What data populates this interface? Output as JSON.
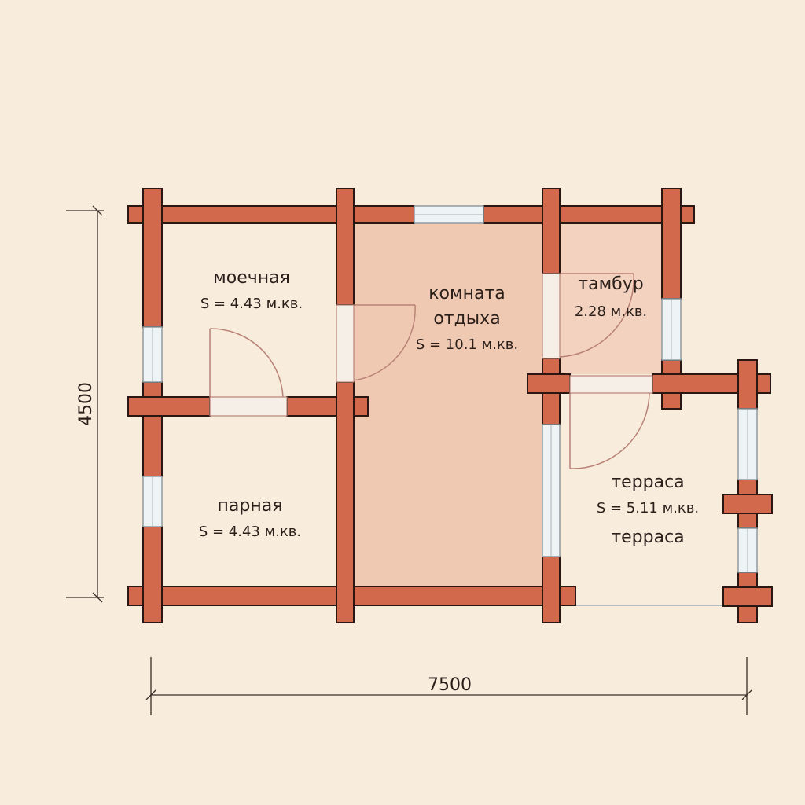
{
  "colors": {
    "background": "#f8ecdd",
    "wall": "#d2694c",
    "wall_outline": "#2a1712",
    "rest_room_fill": "#f0c9b2",
    "vestibule_fill": "#f3d2bf",
    "window_fill": "#eef3f5",
    "door_line": "#b98276"
  },
  "rooms": {
    "washroom": {
      "name": "моечная",
      "area": "S = 4.43 м.кв."
    },
    "steam_room": {
      "name": "парная",
      "area": "S = 4.43 м.кв."
    },
    "rest_room": {
      "name_line1": "комната",
      "name_line2": "отдыха",
      "area": "S = 10.1 м.кв."
    },
    "vestibule": {
      "name": "тамбур",
      "area": "2.28 м.кв."
    },
    "terrace": {
      "name": "терраса",
      "area": "S = 5.11 м.кв.",
      "name_repeat": "терраса"
    }
  },
  "dimensions": {
    "width": "7500",
    "height": "4500"
  }
}
